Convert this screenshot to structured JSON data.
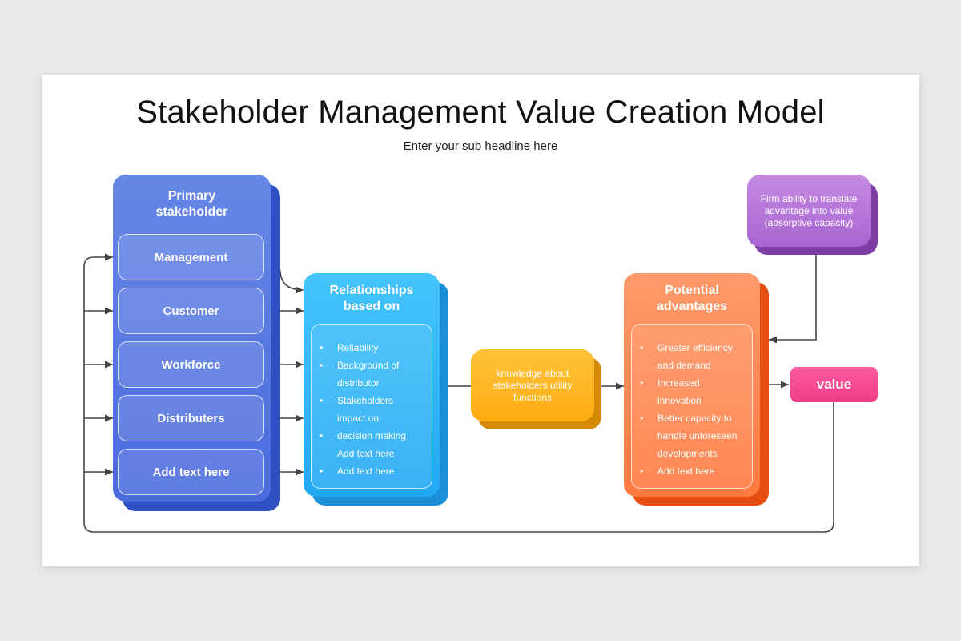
{
  "title": "Stakeholder Management Value Creation Model",
  "subtitle": "Enter your sub headline here",
  "primary": {
    "heading_line1": "Primary",
    "heading_line2": "stakeholder",
    "items": [
      "Management",
      "Customer",
      "Workforce",
      "Distributers",
      "Add text here"
    ]
  },
  "relationships": {
    "heading_line1": "Relationships",
    "heading_line2": "based on",
    "bullets": [
      {
        "text": "Reliability",
        "bullet": true
      },
      {
        "text": "Background of",
        "bullet": true
      },
      {
        "text": "distributor",
        "bullet": false
      },
      {
        "text": "Stakeholders",
        "bullet": true
      },
      {
        "text": "impact on",
        "bullet": false
      },
      {
        "text": "decision making",
        "bullet": true
      },
      {
        "text": "Add text here",
        "bullet": false
      },
      {
        "text": "Add text here",
        "bullet": true
      }
    ]
  },
  "knowledge": {
    "text": "knowledge about stakeholders utility functions"
  },
  "advantages": {
    "heading_line1": "Potential",
    "heading_line2": "advantages",
    "bullets": [
      {
        "text": "Greater efficiency",
        "bullet": true
      },
      {
        "text": "and demand",
        "bullet": false
      },
      {
        "text": "Increased",
        "bullet": true
      },
      {
        "text": "innovation",
        "bullet": false
      },
      {
        "text": "Better capacity to",
        "bullet": true
      },
      {
        "text": "handle unforeseen",
        "bullet": false
      },
      {
        "text": "developments",
        "bullet": false
      },
      {
        "text": "Add text here",
        "bullet": true
      }
    ]
  },
  "absorptive": {
    "text": "Firm ability to translate advantage into value (absorptive capacity)"
  },
  "value": {
    "label": "value"
  },
  "colors": {
    "primary": "#4a6bdc",
    "relationships": "#22a8f3",
    "knowledge": "#ffab12",
    "advantages": "#ff7a40",
    "absorptive": "#a865d1",
    "value": "#f03e88",
    "connector": "#444444"
  }
}
